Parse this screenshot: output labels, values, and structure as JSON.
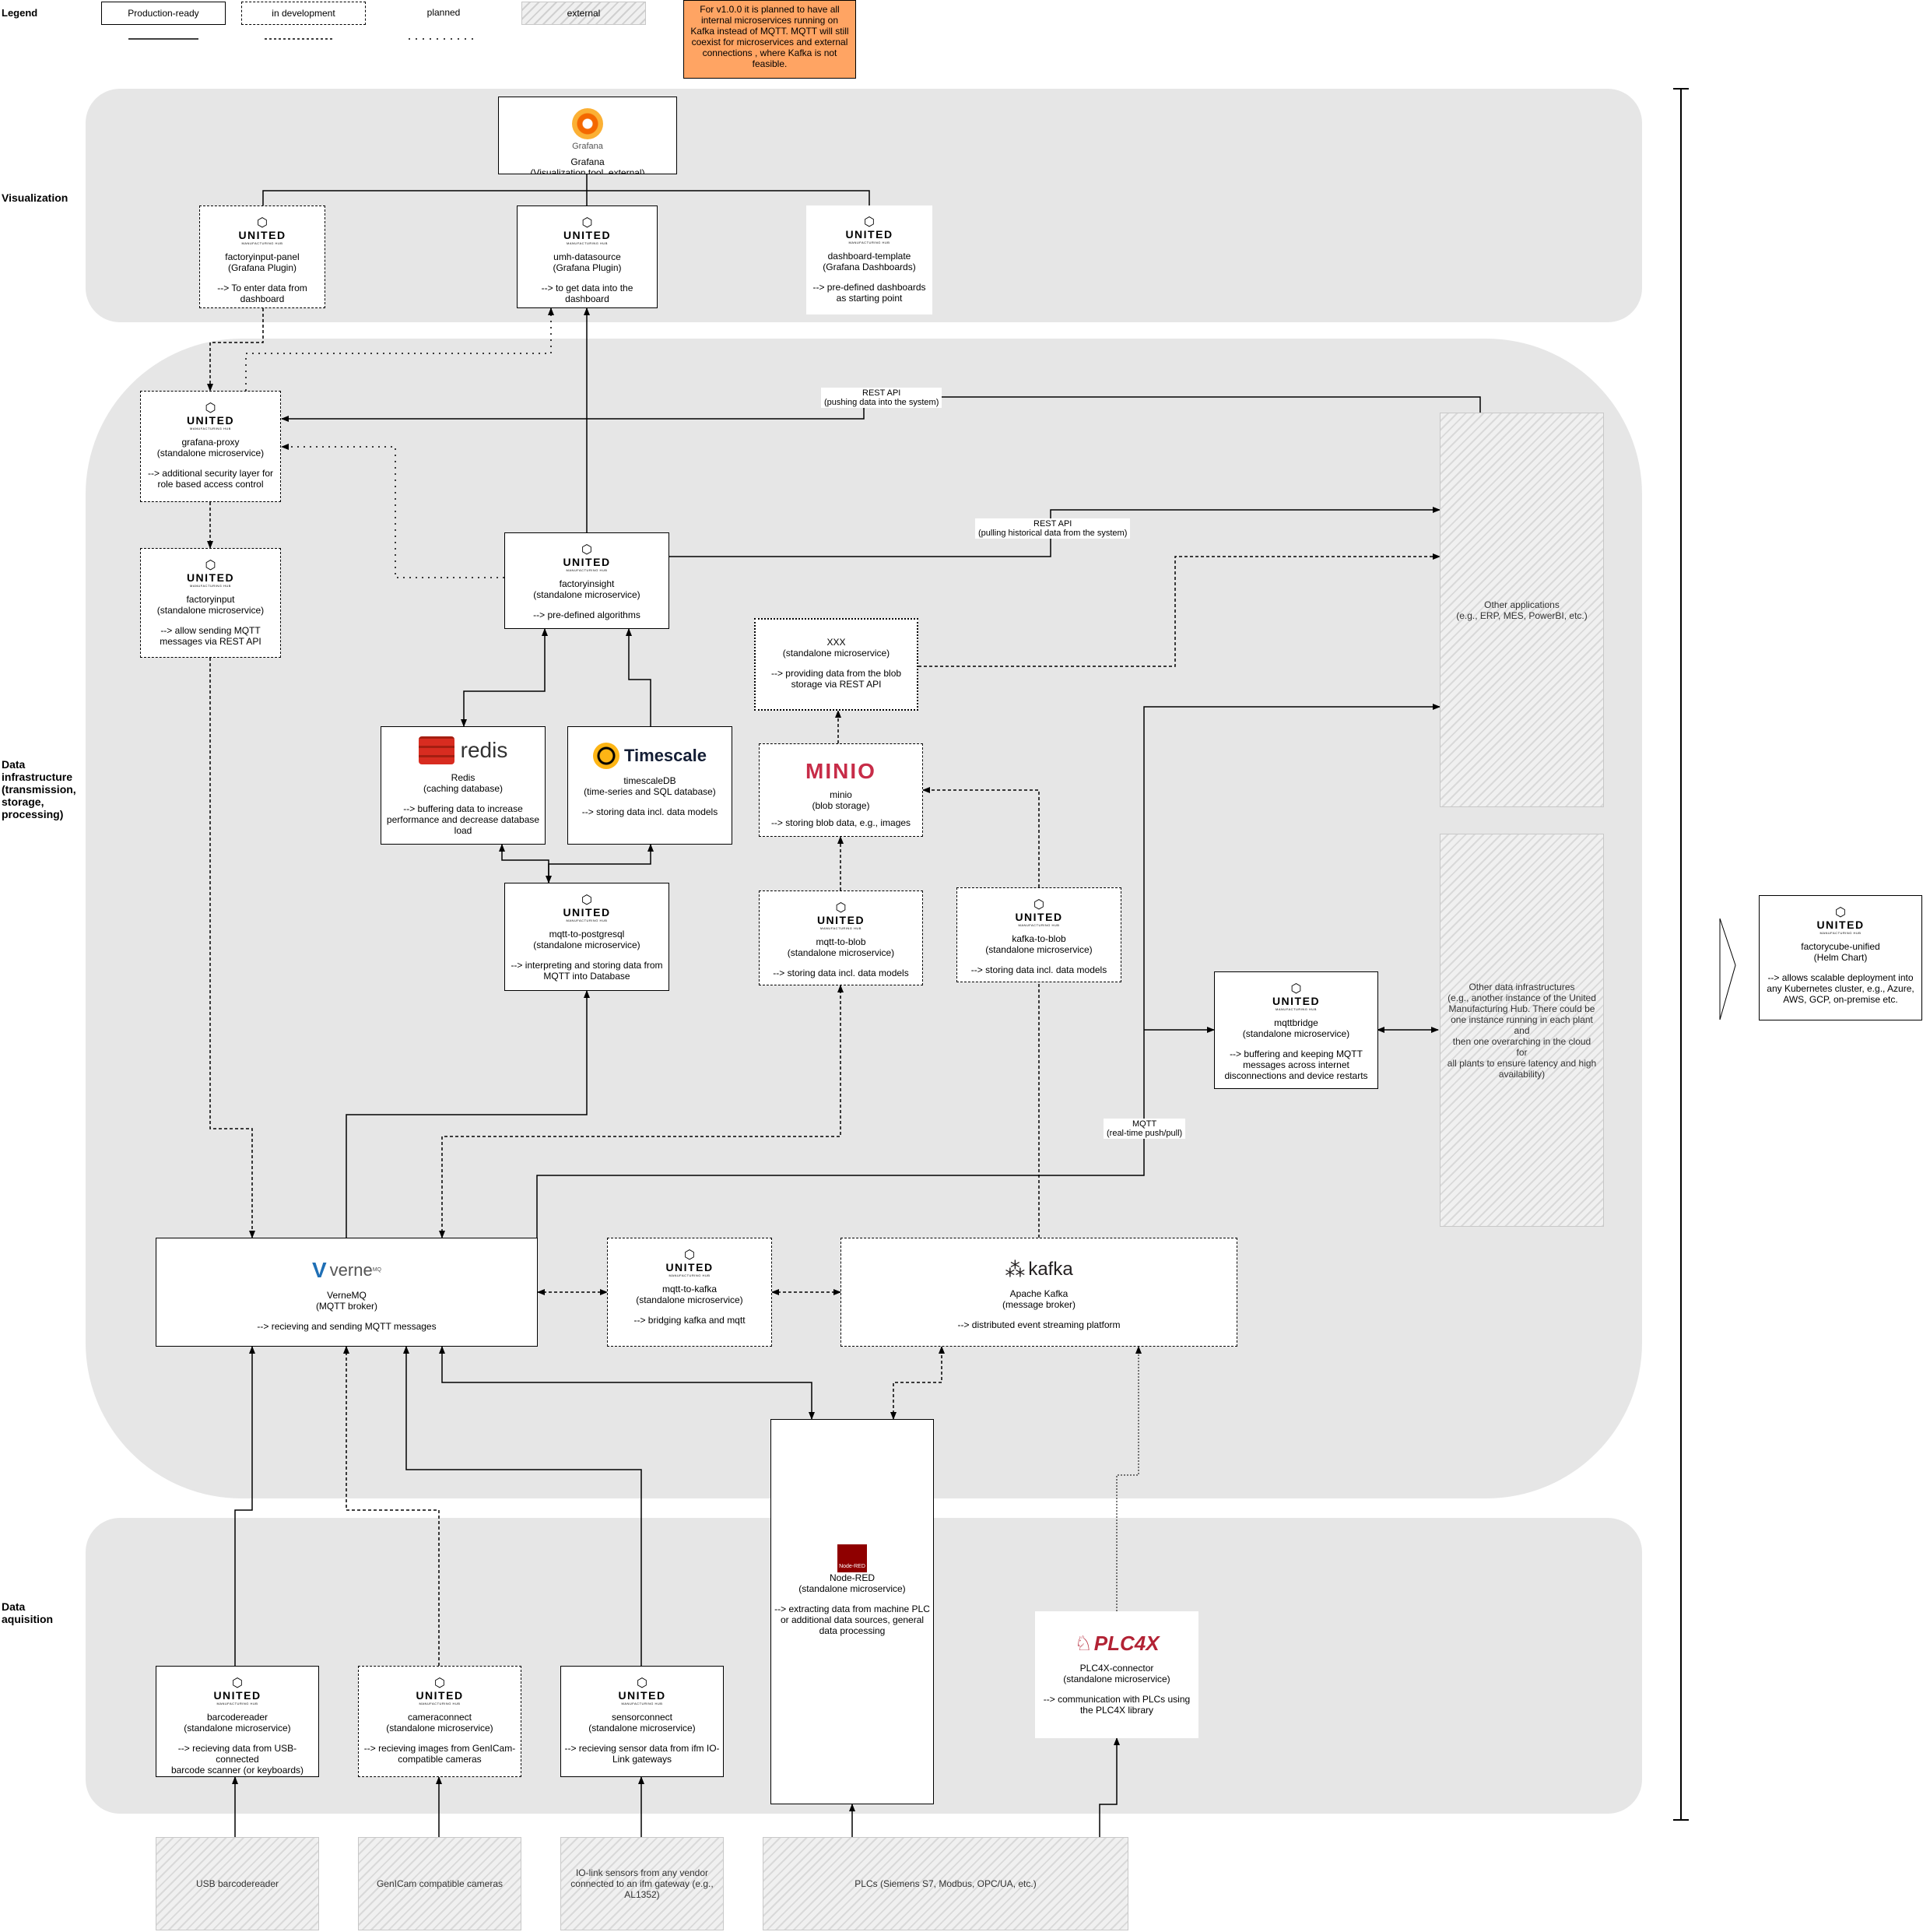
{
  "legend": {
    "title": "Legend",
    "production_ready": "Production-ready",
    "in_development": "in development",
    "planned": "planned",
    "external": "external"
  },
  "note": "For v1.0.0 it is planned to have all internal microservices running on Kafka instead of MQTT. MQTT will still coexist for microservices and external connections , where Kafka is not feasible.",
  "sections": {
    "visualization": "Visualization",
    "data_infrastructure": "Data\ninfrastructure\n(transmission,\nstorage,\nprocessing)",
    "data_acquisition": "Data\naquisition"
  },
  "umh_logo": {
    "word": "UNITED",
    "sub": "MANUFACTURING HUB"
  },
  "nodes": {
    "grafana": {
      "brand": "Grafana",
      "title": "Grafana\n(Visualization tool, external)"
    },
    "factoryinput_panel": {
      "title": "factoryinput-panel\n(Grafana Plugin)",
      "desc": "--> To enter data from\ndashboard"
    },
    "umh_datasource": {
      "title": "umh-datasource\n(Grafana Plugin)",
      "desc": "--> to get data into the dashboard"
    },
    "dashboard_template": {
      "title": "dashboard-template\n(Grafana Dashboards)",
      "desc": "--> pre-defined dashboards\nas starting point"
    },
    "grafana_proxy": {
      "title": "grafana-proxy\n(standalone microservice)",
      "desc": "--> additional security layer for\nrole based access control"
    },
    "factoryinput": {
      "title": "factoryinput\n(standalone microservice)",
      "desc": "--> allow sending MQTT\nmessages via REST API"
    },
    "factoryinsight": {
      "title": "factoryinsight\n(standalone microservice)",
      "desc": "--> pre-defined algorithms"
    },
    "redis": {
      "brand": "redis",
      "title": "Redis\n(caching database)",
      "desc": "--> buffering data to increase\nperformance and decrease database\nload"
    },
    "timescale": {
      "brand": "Timescale",
      "title": "timescaleDB\n(time-series and SQL database)",
      "desc": "--> storing data incl. data models"
    },
    "xxx": {
      "title": "XXX\n(standalone microservice)",
      "desc": "--> providing data from the blob\nstorage via REST API"
    },
    "minio": {
      "brand": "MINIO",
      "title": "minio\n(blob storage)",
      "desc": "--> storing blob data, e.g., images"
    },
    "mqtt_to_postgresql": {
      "title": "mqtt-to-postgresql\n(standalone microservice)",
      "desc": "--> interpreting and storing data from\nMQTT into Database"
    },
    "mqtt_to_blob": {
      "title": "mqtt-to-blob\n(standalone microservice)",
      "desc": "--> storing data incl. data models"
    },
    "kafka_to_blob": {
      "title": "kafka-to-blob\n(standalone microservice)",
      "desc": "--> storing data incl. data models"
    },
    "mqttbridge": {
      "title": "mqttbridge\n(standalone microservice)",
      "desc": "--> buffering and keeping MQTT\nmessages across internet\ndisconnections and device restarts"
    },
    "other_apps": {
      "title": "Other applications\n(e.g., ERP, MES, PowerBI, etc.)"
    },
    "other_infra": {
      "title": "Other data infrastructures\n(e.g., another instance of the United\nManufacturing Hub. There could be\none instance running in each plant and\nthen one overarching in the cloud for\nall plants to ensure latency and high\navailability)"
    },
    "vernemq": {
      "brand": "verne",
      "brand_sup": "MQ",
      "title": "VerneMQ\n(MQTT broker)",
      "desc": "--> recieving and sending MQTT messages"
    },
    "mqtt_to_kafka": {
      "title": "mqtt-to-kafka\n(standalone microservice)",
      "desc": "--> bridging kafka and mqtt"
    },
    "kafka": {
      "brand": "kafka",
      "title": "Apache Kafka\n(message broker)",
      "desc": "-->  distributed event streaming platform"
    },
    "factorycube": {
      "title": "factorycube-unified\n(Helm Chart)",
      "desc": "--> allows scalable deployment into\nany Kubernetes cluster, e.g., Azure,\nAWS, GCP, on-premise etc."
    },
    "nodered": {
      "brand": "Node-RED",
      "title": "Node-RED\n(standalone microservice)",
      "desc": "--> extracting data from machine PLC\nor additional data sources, general\ndata processing"
    },
    "plc4x": {
      "brand": "PLC4X",
      "title": "PLC4X-connector\n(standalone microservice)",
      "desc": "--> communication with PLCs using\nthe PLC4X library"
    },
    "barcodereader": {
      "title": "barcodereader\n(standalone microservice)",
      "desc": "--> recieving data from USB-connected\nbarcode scanner (or keyboards)"
    },
    "cameraconnect": {
      "title": "cameraconnect\n(standalone microservice)",
      "desc": "--> recieving images from GenICam-\ncompatible cameras"
    },
    "sensorconnect": {
      "title": "sensorconnect\n(standalone microservice)",
      "desc": "--> recieving sensor data from ifm IO-\nLink gateways"
    },
    "usb_barcodereader": {
      "title": "USB barcodereader"
    },
    "genicam": {
      "title": "GenICam compatible cameras"
    },
    "iolink": {
      "title": "IO-link sensors from any vendor\nconnected to an ifm gateway (e.g.,\nAL1352)"
    },
    "plcs": {
      "title": "PLCs (Siemens S7, Modbus, OPC/UA, etc.)"
    }
  },
  "edge_labels": {
    "rest_push": "REST API\n(pushing data into the system)",
    "rest_pull": "REST API\n(pulling historical data from the system)",
    "mqtt": "MQTT\n(real-time push/pull)"
  },
  "colors": {
    "section_bg": "#e6e6e6",
    "note_bg": "#ffa463",
    "grafana": "#f46800",
    "redis": "#d82c20",
    "minio": "#c72c48",
    "kafka": "#231f20",
    "nodered": "#8f0000",
    "plc4x": "#b22234"
  }
}
